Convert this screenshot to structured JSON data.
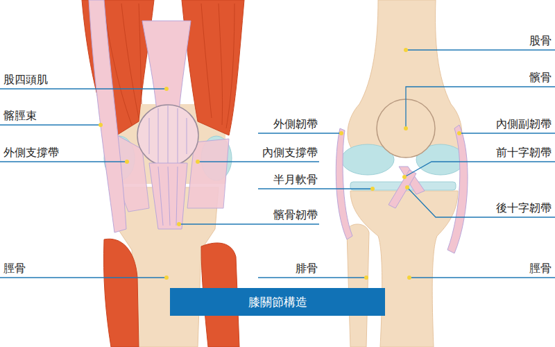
{
  "diagram": {
    "caption": "膝關節構造",
    "labels": [
      "股四頭肌",
      "髂脛束",
      "外側支撐帶",
      "脛骨",
      "外側韌帶",
      "內側支撐帶",
      "半月軟骨",
      "髕骨韌帶",
      "腓骨",
      "股骨",
      "髕骨",
      "內側副韌帶",
      "前十字韌帶",
      "後十字韌帶",
      "脛骨"
    ]
  }
}
